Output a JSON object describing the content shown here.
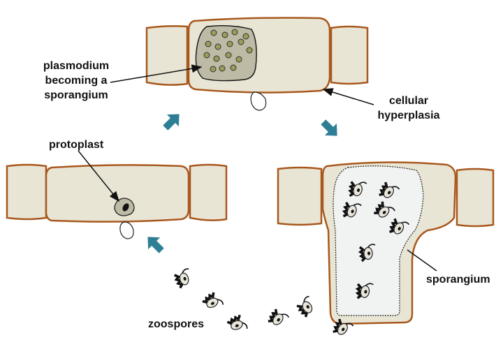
{
  "labels": {
    "plasmodium": [
      "plasmodium",
      "becoming a",
      "sporangium"
    ],
    "hyperplasia": [
      "cellular",
      "hyperplasia"
    ],
    "protoplast": "protoplast",
    "sporangium": "sporangium",
    "zoospores": "zoospores"
  },
  "colors": {
    "cell_fill": "#e9e5d4",
    "cell_wall": "#a8581e",
    "plasmodium_fill": "#bdbba5",
    "nucleus_fill": "#9e9a5c",
    "sporangium_fill": "#f1f2f2",
    "arrow": "#2e7f96"
  }
}
